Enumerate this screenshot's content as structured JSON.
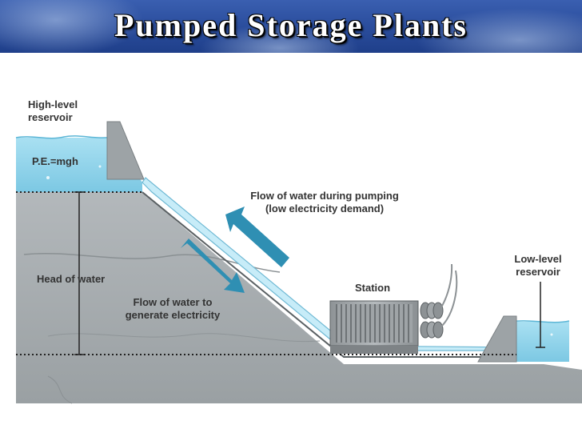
{
  "header": {
    "title": "Pumped Storage Plants"
  },
  "diagram": {
    "labels": {
      "high_reservoir_line1": "High-level",
      "high_reservoir_line2": "reservoir",
      "potential_energy": "P.E.=mgh",
      "head_of_water": "Head of water",
      "flow_pumping_line1": "Flow of water during pumping",
      "flow_pumping_line2": "(low electricity demand)",
      "flow_generate_line1": "Flow of water to",
      "flow_generate_line2": "generate electricity",
      "station": "Station",
      "low_reservoir_line1": "Low-level",
      "low_reservoir_line2": "reservoir"
    },
    "colors": {
      "water": "#8ed4ec",
      "rock": "#a7adb0",
      "arrow": "#2f8fb3",
      "header": "#2c4f9f"
    }
  }
}
